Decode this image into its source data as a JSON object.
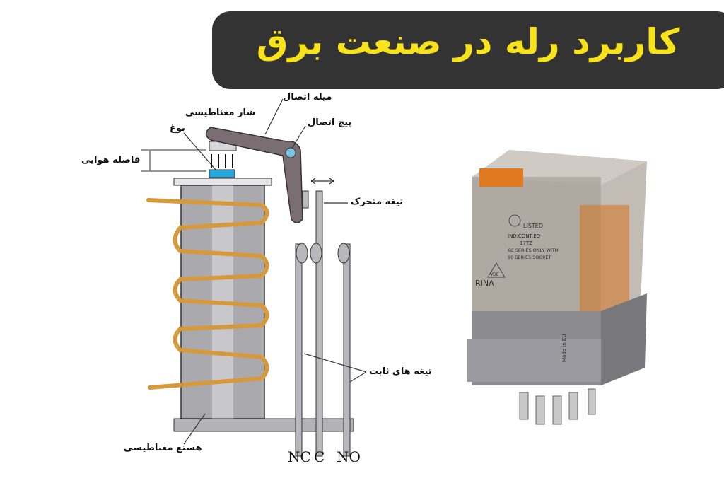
{
  "title": "کاربرد رله در صنعت برق",
  "colors": {
    "title_bg": "#333333",
    "title_text": "#f7e21b",
    "coil": "#d69a3c",
    "core": "#a9a9ae",
    "armature": "#7a6e72",
    "yoke": "#23a9e0"
  },
  "labels": {
    "rod": "میله اتصال",
    "flux": "شار مغناطیسی",
    "yoke": "یوغ",
    "pivot": "پیچ اتصال",
    "air_gap": "فاصله هوایی",
    "moving_blade": "تیغه متحرک",
    "fixed_blades": "تیغه های ثابت",
    "core": "هستع مغناطیسی"
  },
  "terminals": [
    "NC",
    "C",
    "NO"
  ],
  "relay_photo_markings": [
    "LISTED",
    "IND.CONT.EQ",
    "17TZ",
    "6C SERIES ONLY WITH",
    "90 SERIES SOCKET",
    "VDE",
    "RINA",
    "Made in EU"
  ]
}
